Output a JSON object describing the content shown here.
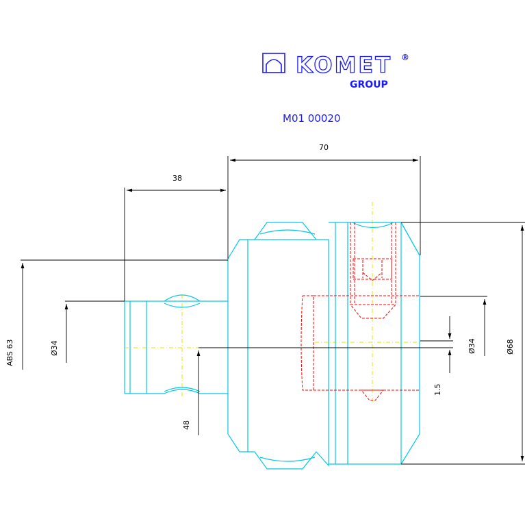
{
  "logo": {
    "brand": "KOMET",
    "registered": "®",
    "group": "GROUP",
    "color": "#1a1aff"
  },
  "part_code": "M01 00020",
  "colors": {
    "dimension": "#000000",
    "outline": "#00c8e6",
    "hidden": "#ff0000",
    "centerline": "#e6e600"
  },
  "dimensions": {
    "width_70": "70",
    "width_38": "38",
    "abs": "ABS 63",
    "dia34_left": "Ø34",
    "dia34_right": "Ø34",
    "dia68": "Ø68",
    "depth_48": "48",
    "offset_15": "1.5"
  }
}
